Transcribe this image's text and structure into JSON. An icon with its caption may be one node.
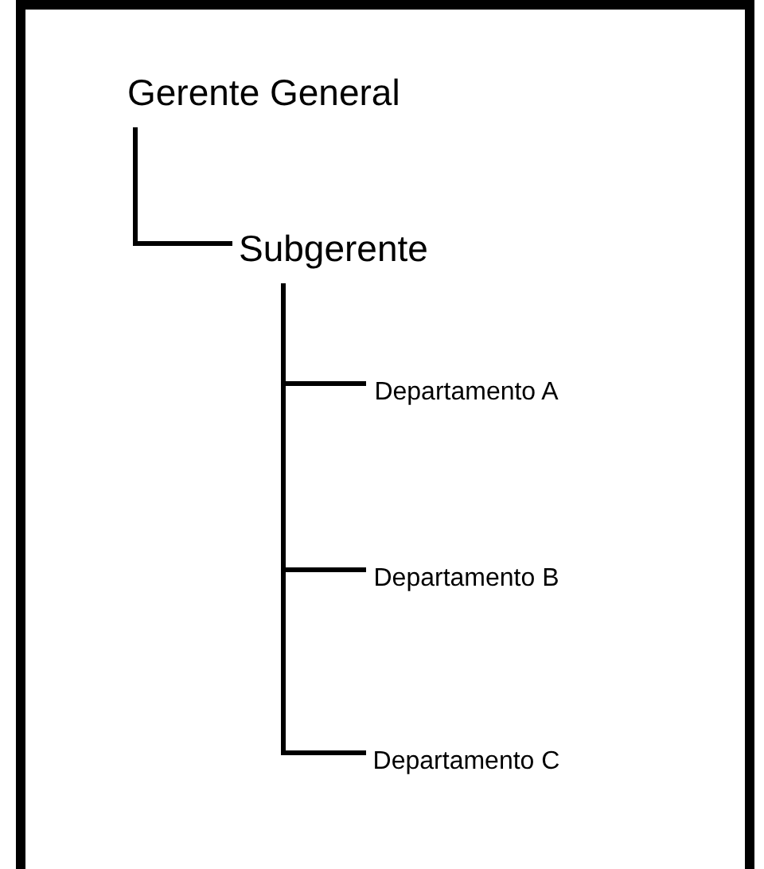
{
  "diagram": {
    "nodes": [
      {
        "text": [
          "Gerente General"
        ]
      },
      {
        "text": [
          "Subgerente"
        ]
      },
      {
        "text": [
          "Departamento A"
        ]
      },
      {
        "text": [
          "Departamento B"
        ]
      },
      {
        "text": [
          "Departamento C"
        ]
      }
    ],
    "edges": [
      {
        "from": 0,
        "to": 1,
        "arrow": "none"
      },
      {
        "from": 1,
        "to": 2,
        "arrow": "none"
      },
      {
        "from": 1,
        "to": 3,
        "arrow": "none"
      },
      {
        "from": 1,
        "to": 4,
        "arrow": "none"
      }
    ]
  }
}
